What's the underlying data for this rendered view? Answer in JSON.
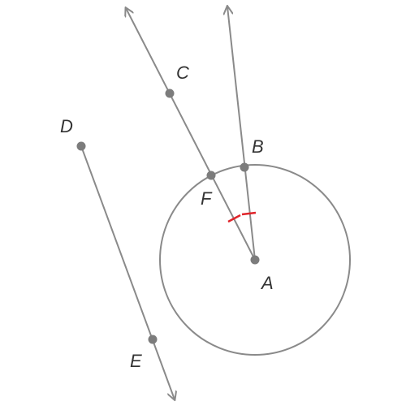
{
  "labels": {
    "A": "A",
    "B": "B",
    "C": "C",
    "D": "D",
    "E": "E",
    "F": "F"
  },
  "colors": {
    "stroke": "#8a8a8a",
    "point": "#7c7c7c",
    "label": "#333333",
    "congruence_tick": "#e0242a",
    "background": "#ffffff"
  }
}
